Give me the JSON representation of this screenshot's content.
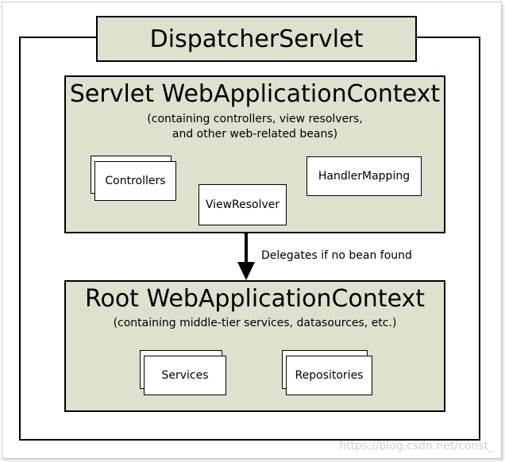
{
  "dispatcher": {
    "title": "DispatcherServlet"
  },
  "servlet_context": {
    "title": "Servlet WebApplicationContext",
    "subtitle_line1": "(containing controllers, view resolvers,",
    "subtitle_line2": "and other web-related beans)",
    "components": {
      "controllers": "Controllers",
      "view_resolver": "ViewResolver",
      "handler_mapping": "HandlerMapping"
    }
  },
  "arrow": {
    "label": "Delegates if no bean found"
  },
  "root_context": {
    "title": "Root WebApplicationContext",
    "subtitle": "(containing middle-tier services, datasources, etc.)",
    "components": {
      "services": "Services",
      "repositories": "Repositories"
    }
  },
  "watermark": "https://blog.csdn.net/const_"
}
